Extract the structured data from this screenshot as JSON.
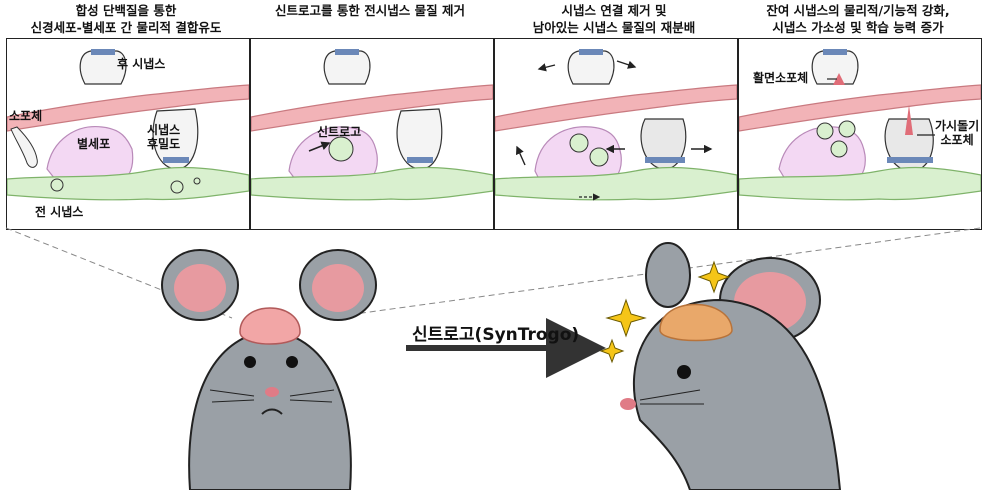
{
  "panels": [
    {
      "title_lines": [
        "합성 단백질을 통한",
        "신경세포-별세포 간 물리적 결합유도"
      ],
      "labels": {
        "postsynapse": "후 시냅스",
        "microglia": "소포체",
        "astrocyte": "별세포",
        "psd": [
          "시냅스",
          "후밀도"
        ],
        "presynapse": "전 시냅스"
      }
    },
    {
      "title_lines": [
        "신트로고를 통한 전시냅스 물질 제거"
      ],
      "labels": {
        "syntrogo": "신트로고"
      }
    },
    {
      "title_lines": [
        "시냅스 연결 제거 및",
        "남아있는 시냅스 물질의 재분배"
      ],
      "labels": {}
    },
    {
      "title_lines": [
        "잔여 시냅스의 물리적/기능적 강화,",
        "시냅스 가소성 및 학습 능력 증가"
      ],
      "labels": {
        "smooth_er": "활면소포체",
        "spine": [
          "가시돌기",
          "소포체"
        ]
      }
    }
  ],
  "transition_label": "신트로고(SynTrogo)",
  "colors": {
    "dendrite": "#f2b3b7",
    "astro": "#f3d8f3",
    "axon": "#d9f0cf",
    "mouse": "#9aa0a6",
    "ear_inner": "#e79aa0",
    "sparkle": "#f5c518"
  }
}
